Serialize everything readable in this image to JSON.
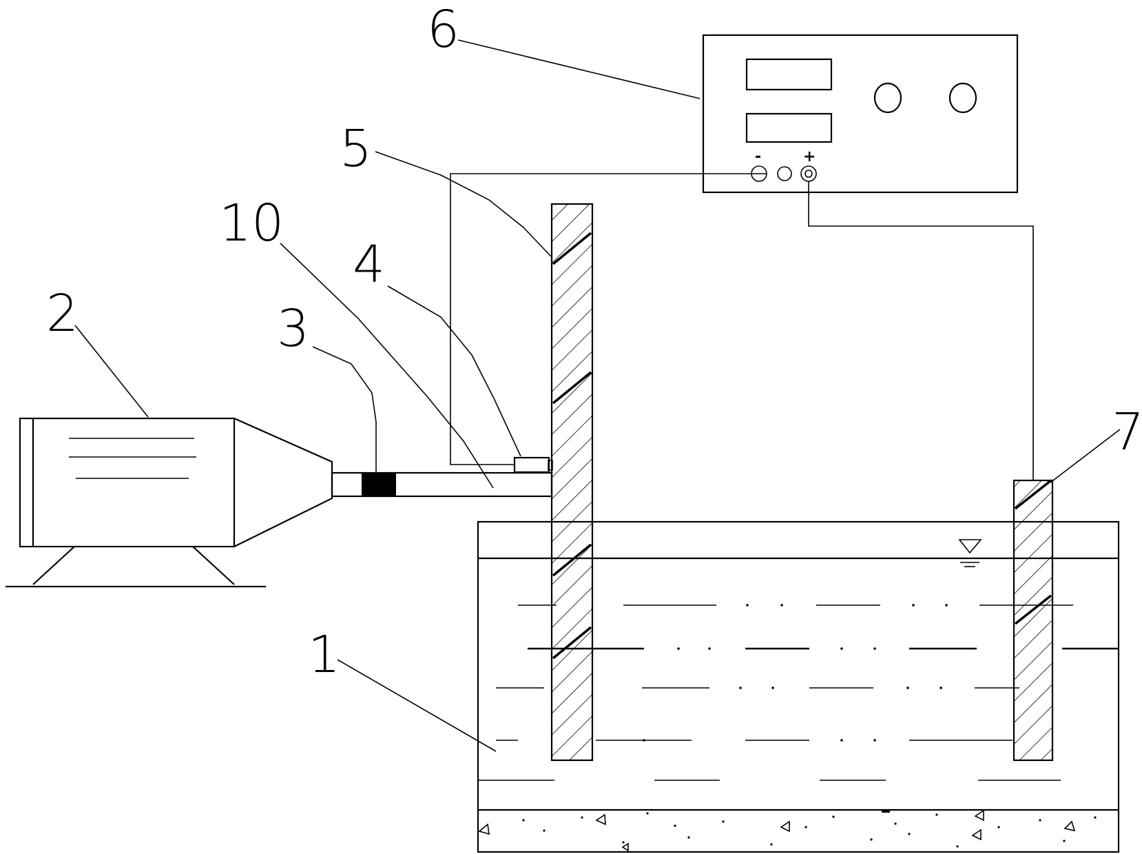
{
  "labels": {
    "tank": "1",
    "motor": "2",
    "coupling": "3",
    "sensor": "4",
    "electrode_plate": "5",
    "power_supply": "6",
    "counter_electrode": "7",
    "shaft": "10"
  },
  "power_supply": {
    "negative_symbol": "-",
    "positive_symbol": "+"
  },
  "colors": {
    "line": "#000000",
    "background": "#ffffff"
  }
}
